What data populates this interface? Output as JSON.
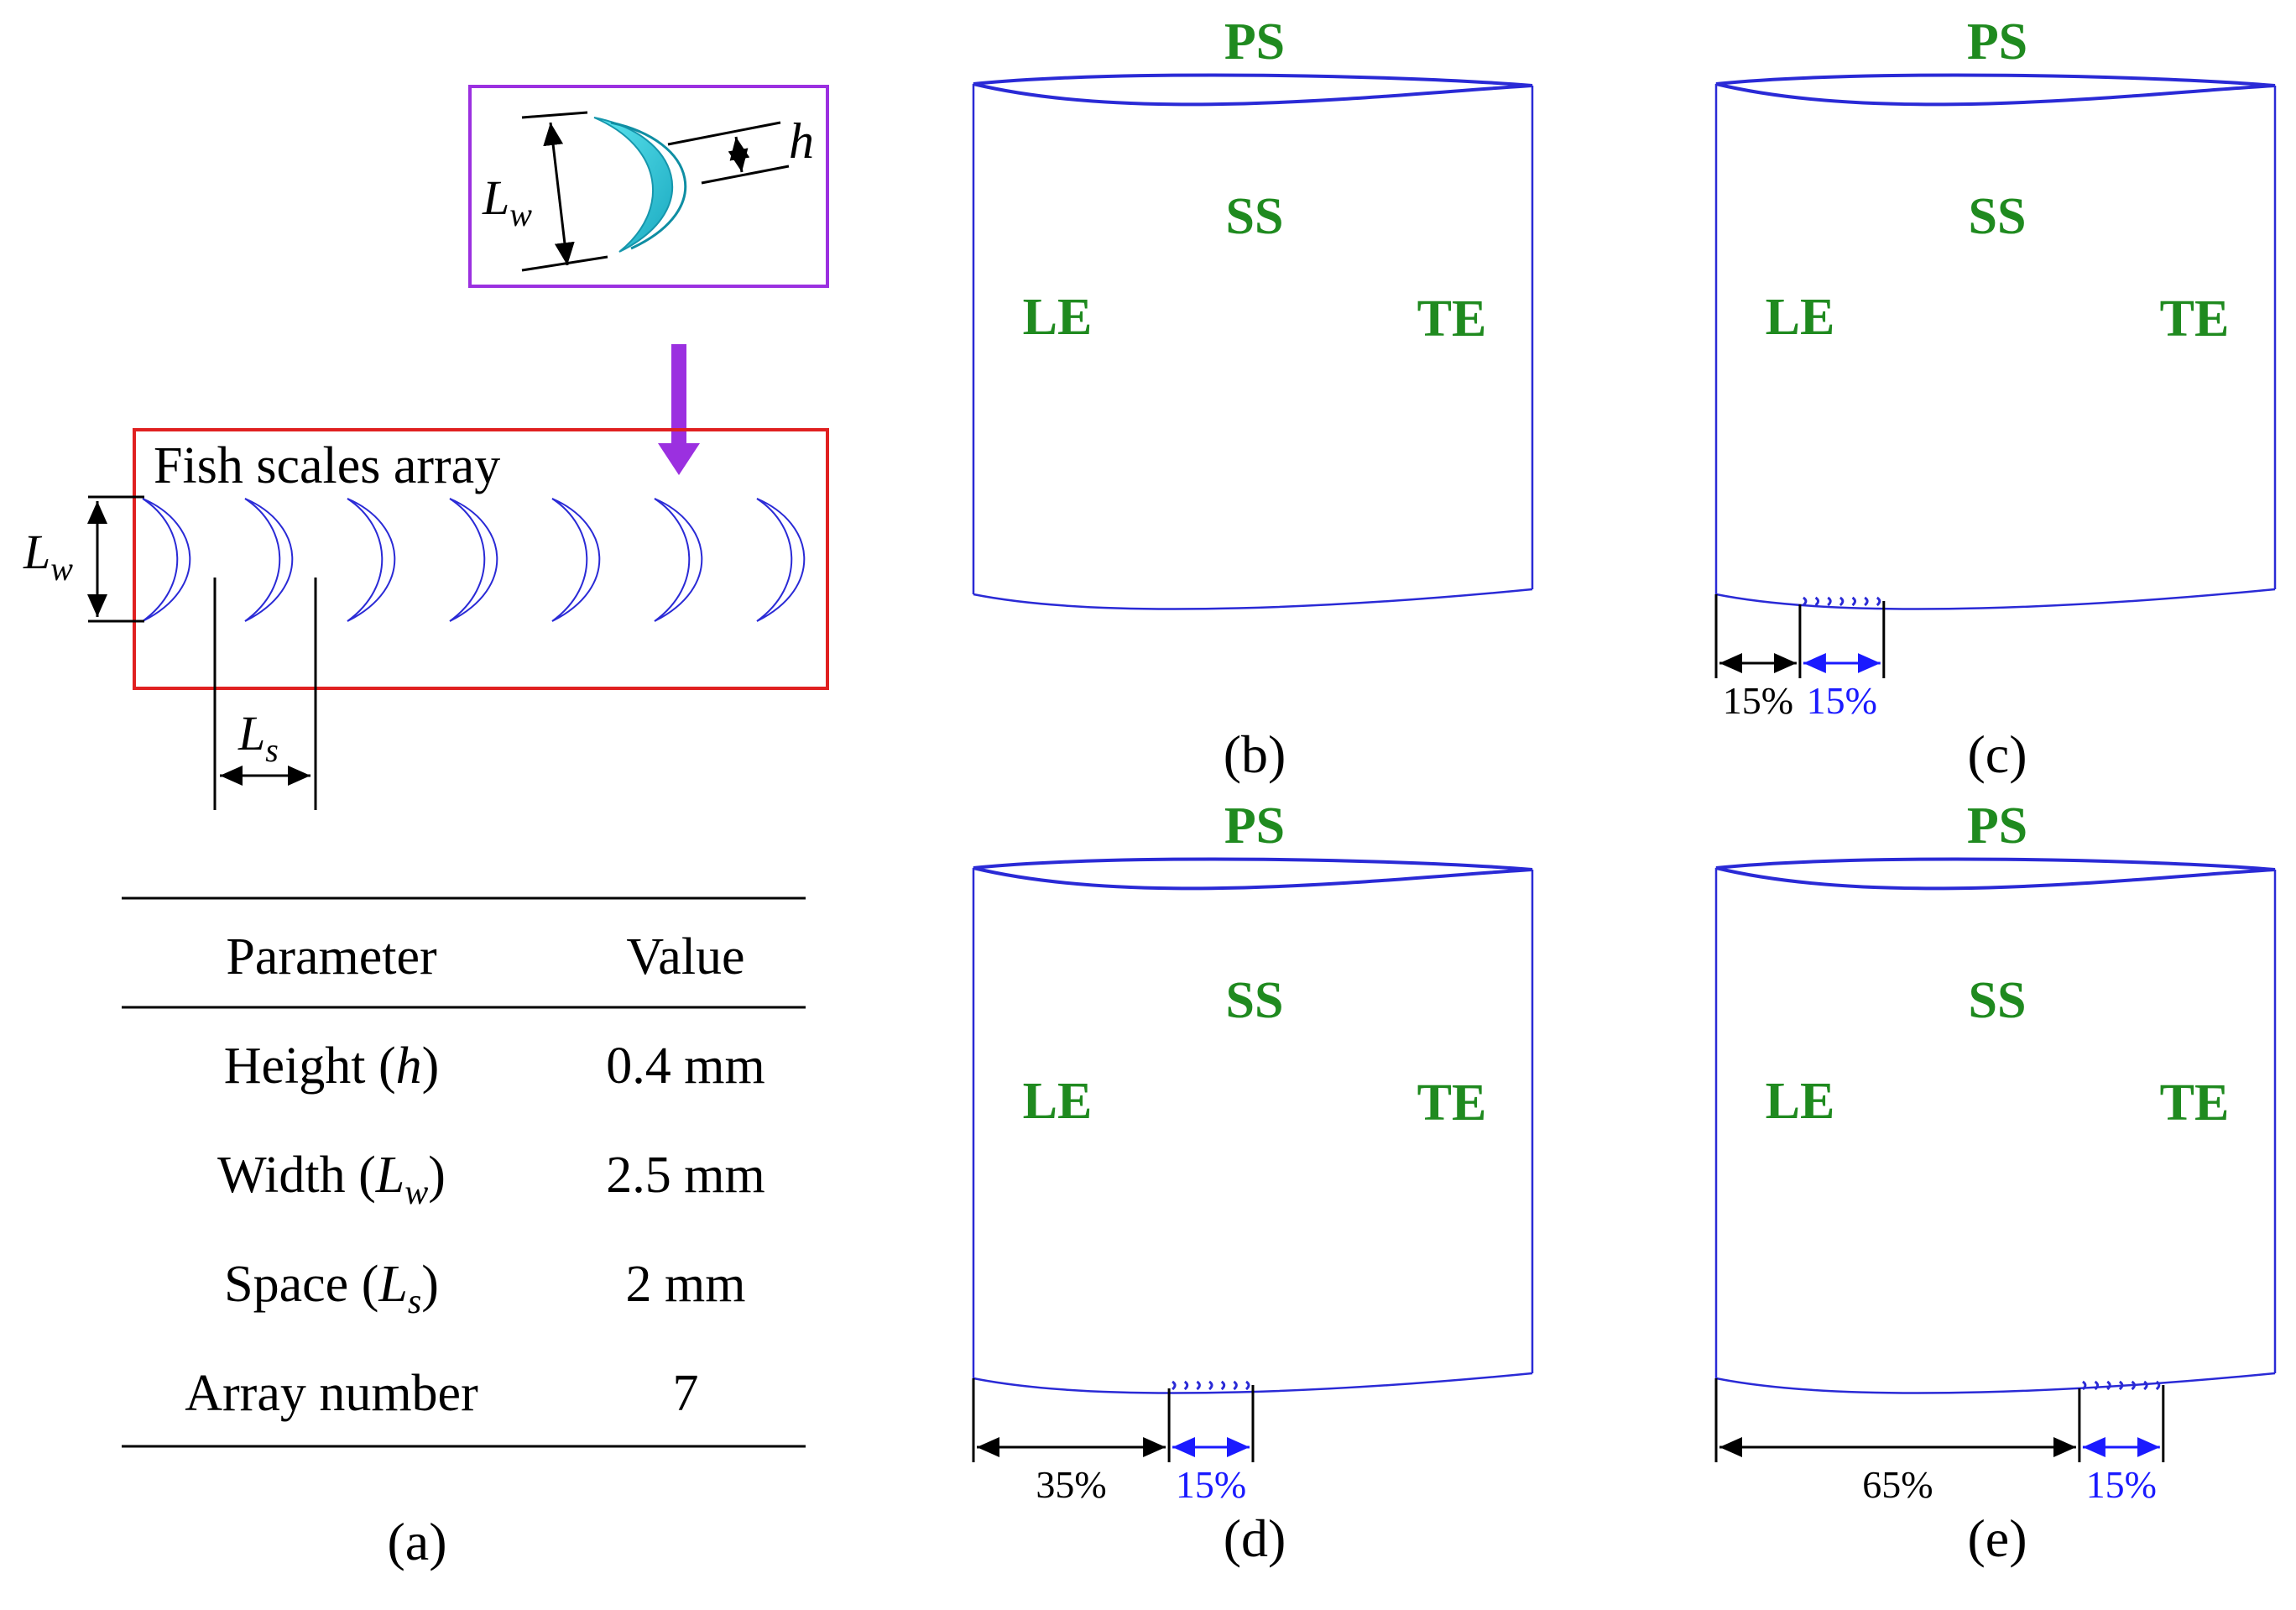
{
  "panel_a": {
    "label": "(a)",
    "array_title": "Fish scales array",
    "dim_lw_main": "L",
    "dim_lw_sub": "w",
    "dim_ls_main": "L",
    "dim_ls_sub": "s",
    "dim_h": "h",
    "colors": {
      "array_box": "#e02020",
      "detail_box": "#9b30e0",
      "arrow": "#9b30e0",
      "scale": "#2a2ad6",
      "scale_fill": "#22c4d6"
    },
    "table": {
      "header": {
        "param": "Parameter",
        "value": "Value"
      },
      "rows": [
        {
          "param_pre": "Height (",
          "sym_main": "h",
          "sym_sub": "",
          "param_post": ")",
          "value": "0.4 mm"
        },
        {
          "param_pre": "Width (",
          "sym_main": "L",
          "sym_sub": "w",
          "param_post": ")",
          "value": "2.5 mm"
        },
        {
          "param_pre": "Space (",
          "sym_main": "L",
          "sym_sub": "s",
          "param_post": ")",
          "value": "2 mm"
        },
        {
          "param_pre": "Array number",
          "sym_main": "",
          "sym_sub": "",
          "param_post": "",
          "value": "7"
        }
      ]
    }
  },
  "panels": [
    {
      "label": "(b)",
      "ps": "PS",
      "ss": "SS",
      "le": "LE",
      "te": "TE"
    },
    {
      "label": "(c)",
      "ps": "PS",
      "ss": "SS",
      "le": "LE",
      "te": "TE",
      "offset": "15%",
      "band": "15%"
    },
    {
      "label": "(d)",
      "ps": "PS",
      "ss": "SS",
      "le": "LE",
      "te": "TE",
      "offset": "35%",
      "band": "15%"
    },
    {
      "label": "(e)",
      "ps": "PS",
      "ss": "SS",
      "le": "LE",
      "te": "TE",
      "offset": "65%",
      "band": "15%"
    }
  ],
  "colors": {
    "text_green": "#1f8a1f",
    "blade": "#2a2ad6",
    "dim_blue": "#1a1aff"
  }
}
